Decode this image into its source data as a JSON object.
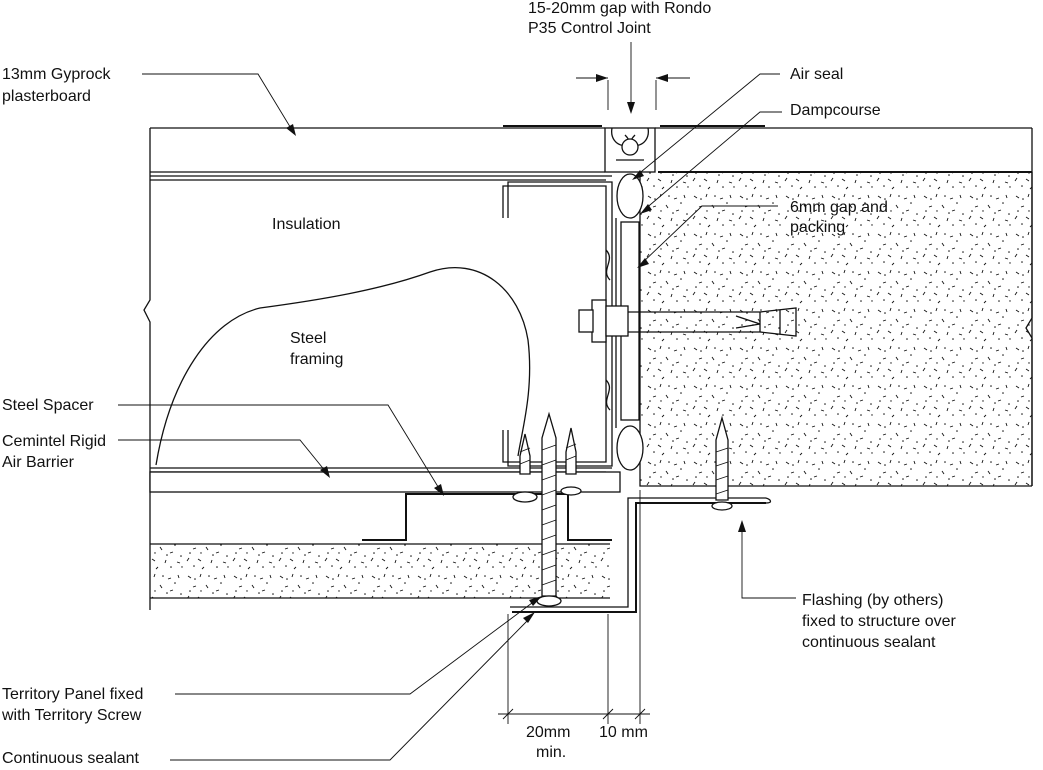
{
  "labels": {
    "control_joint": [
      "15-20mm gap with Rondo",
      "P35 Control Joint"
    ],
    "gyprock": [
      "13mm Gyprock",
      "plasterboard"
    ],
    "air_seal": "Air seal",
    "dampcourse": "Dampcourse",
    "gap_packing": [
      "6mm gap and",
      "packing"
    ],
    "insulation": "Insulation",
    "steel_framing": [
      "Steel",
      "framing"
    ],
    "steel_spacer": "Steel Spacer",
    "cemintel": [
      "Cemintel Rigid",
      "Air Barrier"
    ],
    "flashing": [
      "Flashing (by others)",
      "fixed to structure over",
      "continuous sealant"
    ],
    "territory_panel": [
      "Territory Panel fixed",
      "with Territory Screw"
    ],
    "sealant": "Continuous sealant"
  },
  "dimensions": {
    "min_20": [
      "20mm",
      "min."
    ],
    "gap_10": "10 mm"
  }
}
